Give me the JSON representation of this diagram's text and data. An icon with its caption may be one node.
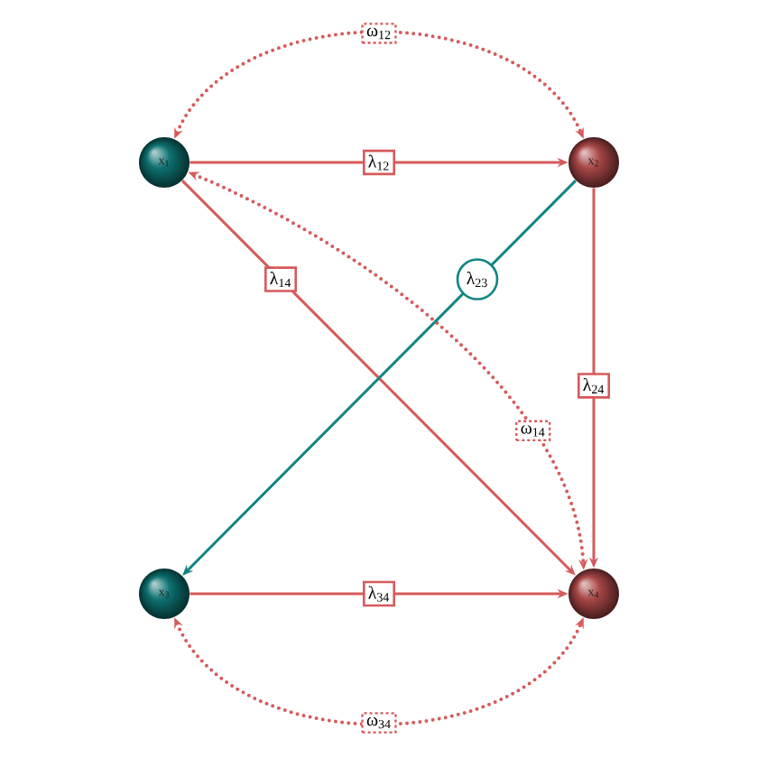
{
  "diagram": {
    "nodes": [
      {
        "text": [
          "x$_{1}$"
        ]
      },
      {
        "text": [
          "x$_{2}$"
        ]
      },
      {
        "text": [
          "x$_{3}$"
        ]
      },
      {
        "text": [
          "x$_{4}$"
        ]
      }
    ],
    "edges": [
      {
        "from": 0,
        "to": 1,
        "arrow": "to",
        "label": "λ$_{12}$"
      },
      {
        "from": 0,
        "to": 1,
        "arrow": "both",
        "label": "ω$_{12}$",
        "style": "dashed"
      },
      {
        "from": 0,
        "to": 3,
        "arrow": "to",
        "label": "λ$_{14}$"
      },
      {
        "from": 0,
        "to": 3,
        "arrow": "both",
        "label": "ω$_{14}$",
        "style": "dashed"
      },
      {
        "from": 1,
        "to": 2,
        "arrow": "to",
        "label": "λ$_{23}$",
        "color": "#138484"
      },
      {
        "from": 1,
        "to": 3,
        "arrow": "to",
        "label": "λ$_{24}$"
      },
      {
        "from": 2,
        "to": 3,
        "arrow": "to",
        "label": "λ$_{34}$"
      },
      {
        "from": 2,
        "to": 3,
        "arrow": "both",
        "label": "ω$_{34}$",
        "style": "dashed"
      }
    ]
  }
}
